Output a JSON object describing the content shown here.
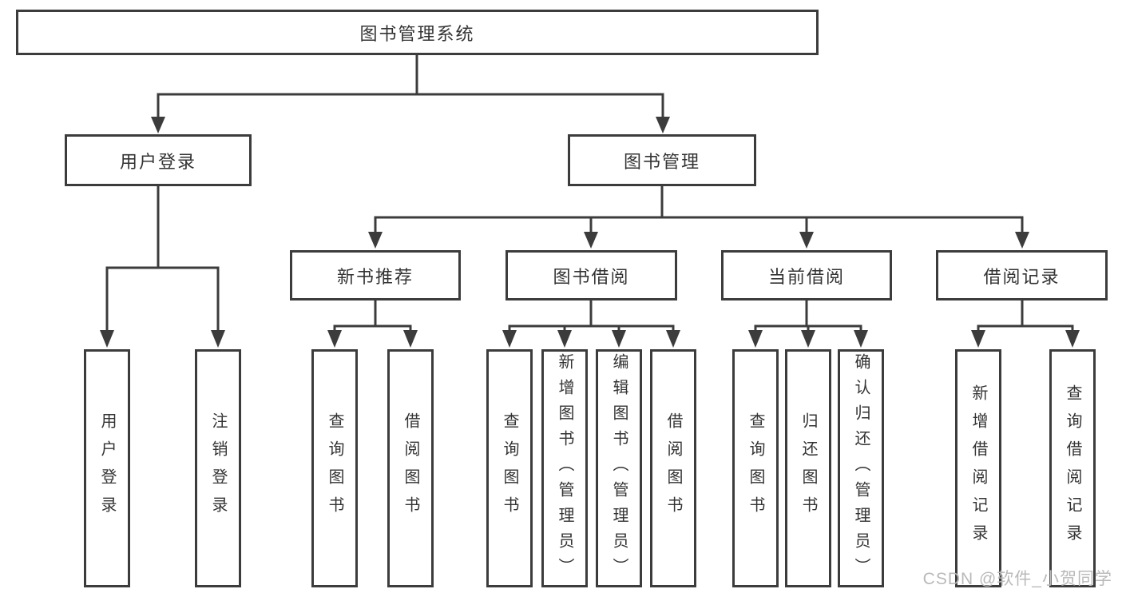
{
  "diagram": {
    "root": {
      "label": "图书管理系统"
    },
    "branches": [
      {
        "label": "用户登录",
        "leaves": [
          "用户登录",
          "注销登录"
        ]
      },
      {
        "label": "图书管理",
        "sections": [
          {
            "label": "新书推荐",
            "leaves": [
              "查询图书",
              "借阅图书"
            ]
          },
          {
            "label": "图书借阅",
            "leaves": [
              "查询图书",
              "新增图书（管理员）",
              "编辑图书（管理员）",
              "借阅图书"
            ]
          },
          {
            "label": "当前借阅",
            "leaves": [
              "查询图书",
              "归还图书",
              "确认归还（管理员）"
            ]
          },
          {
            "label": "借阅记录",
            "leaves": [
              "新增借阅记录",
              "查询借阅记录"
            ]
          }
        ]
      }
    ]
  },
  "colors": {
    "line": "#3c3c3c",
    "text": "#333333",
    "background": "#ffffff",
    "watermark": "#b9b9b9"
  },
  "watermark": "CSDN @软件_小贺同学"
}
